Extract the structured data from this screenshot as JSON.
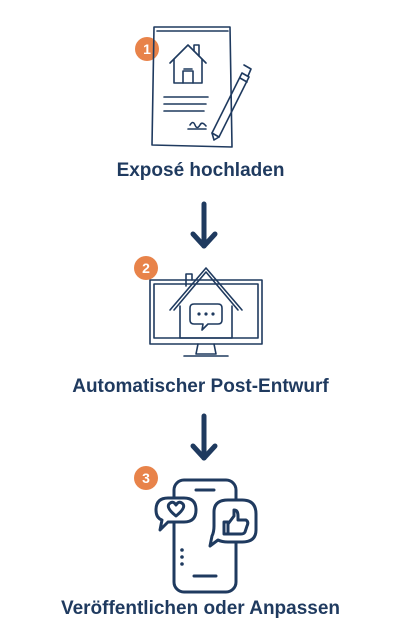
{
  "accent_color": "#e8834a",
  "ink_color": "#1f3a5f",
  "steps": [
    {
      "number": "1",
      "title": "Exposé hochladen",
      "icon": "document-house-pen-icon"
    },
    {
      "number": "2",
      "title": "Automatischer Post-Entwurf",
      "icon": "monitor-house-chat-icon"
    },
    {
      "number": "3",
      "title": "Veröffentlichen oder Anpassen",
      "icon": "smartphone-heart-like-icon"
    }
  ]
}
